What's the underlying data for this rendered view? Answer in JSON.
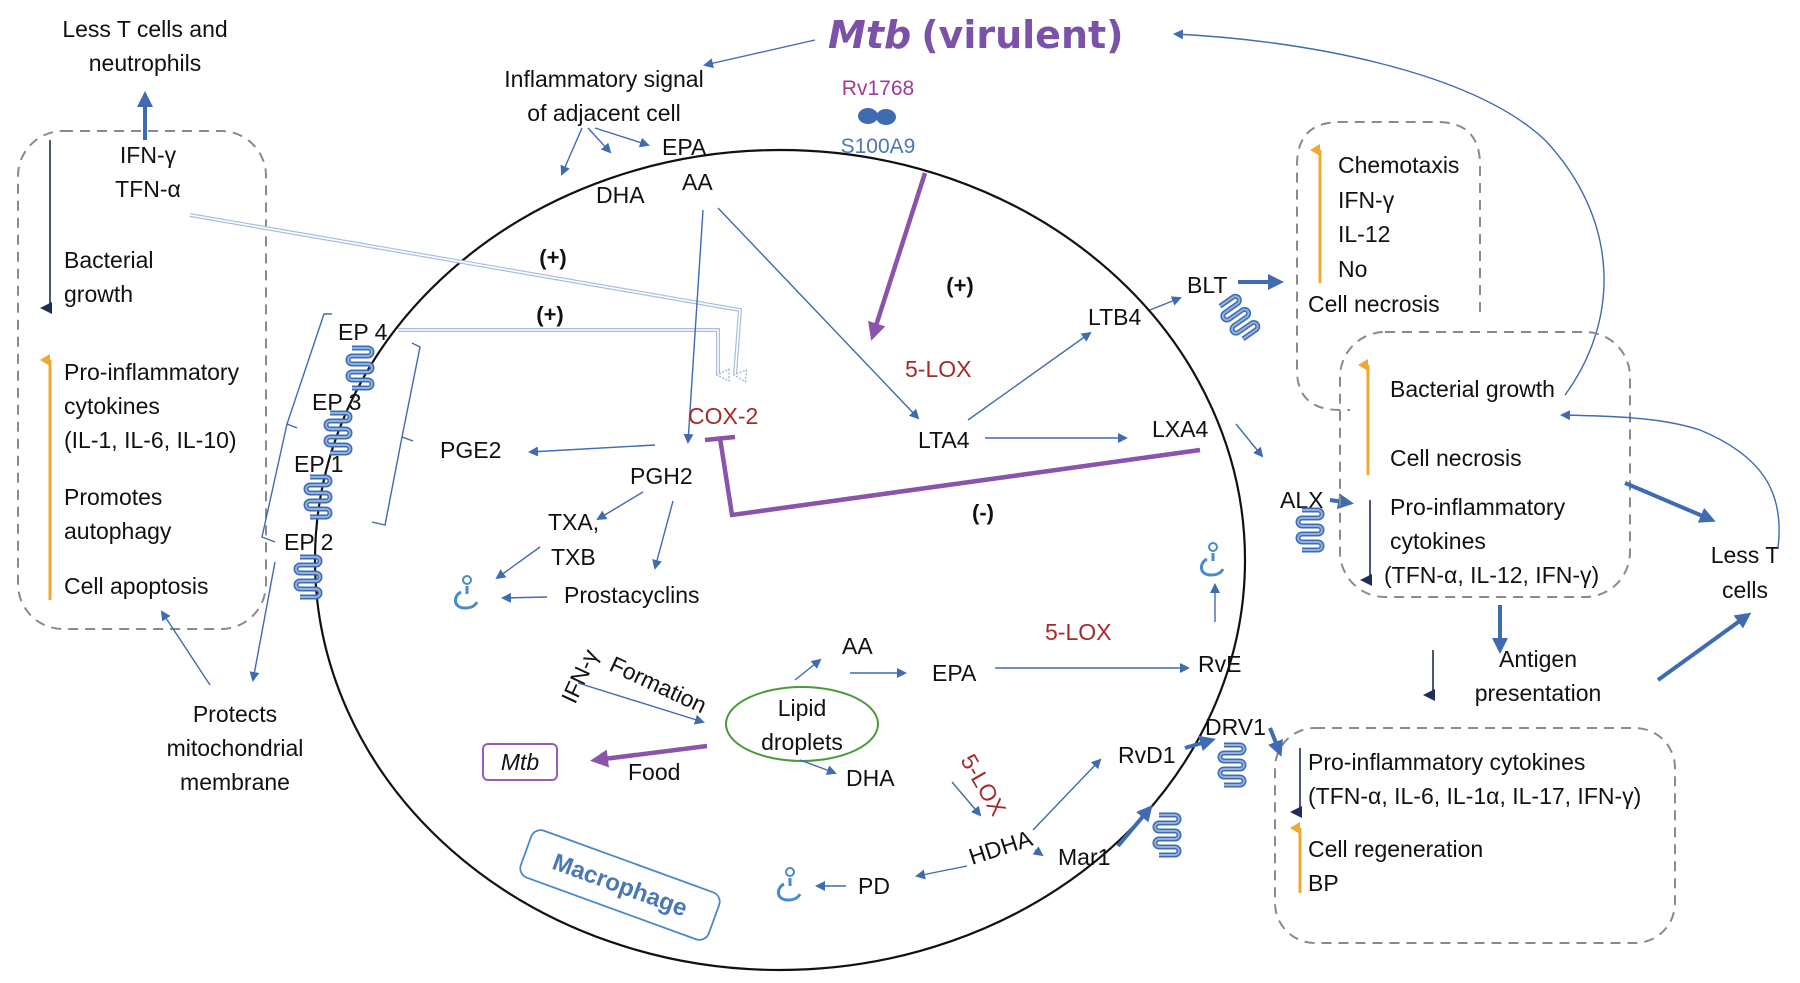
{
  "title": {
    "prefix": "Mtb",
    "suffix": "(virulent)"
  },
  "top_left": {
    "less_t_cells": [
      "Less T cells and",
      "neutrophils"
    ]
  },
  "left_box": {
    "cytokines": [
      "IFN-γ",
      "TFN-α"
    ],
    "down_items": [
      "Bacterial",
      "growth"
    ],
    "up_items": [
      "Pro-inflammatory",
      "cytokines",
      "(IL-1, IL-6, IL-10)",
      "Promotes",
      "autophagy",
      "Cell apoptosis"
    ]
  },
  "protects": [
    "Protects",
    "mitochondrial",
    "membrane"
  ],
  "inflammatory_signal": [
    "Inflammatory signal",
    "of adjacent cell"
  ],
  "membrane_proteins": {
    "rv": "Rv1768",
    "s100": "S100A9"
  },
  "metabolites": {
    "epa_top": "EPA",
    "dha_top": "DHA",
    "aa_top": "AA",
    "pge2": "PGE2",
    "pgh2": "PGH2",
    "txa": "TXA,",
    "txb": "TXB",
    "prostacyclins": "Prostacyclins",
    "ltb4": "LTB4",
    "lta4": "LTA4",
    "lxa4": "LXA4",
    "aa_bottom": "AA",
    "epa_bottom": "EPA",
    "rve": "RvE",
    "dha_bottom": "DHA",
    "hdha": "HDHA",
    "rvd1": "RvD1",
    "mar1": "Mar1",
    "pd": "PD"
  },
  "enzymes": {
    "cox2": "COX-2",
    "lox_top": "5-LOX",
    "lox_mid": "5-LOX",
    "lox_dha": "5-LOX"
  },
  "signs": {
    "plus1": "(+)",
    "plus2": "(+)",
    "plus3": "(+)",
    "minus": "(-)"
  },
  "receptors": {
    "ep4": "EP 4",
    "ep3": "EP 3",
    "ep1": "EP 1",
    "ep2": "EP 2",
    "blt": "BLT",
    "alx": "ALX",
    "drv1": "DRV1"
  },
  "lipid": {
    "formation": "Formation",
    "ifn": "IFN-γ",
    "droplets": [
      "Lipid",
      "droplets"
    ],
    "food": "Food",
    "mtb": "Mtb"
  },
  "macrophage": "Macrophage",
  "blt_box": {
    "up_items": [
      "Chemotaxis",
      "IFN-γ",
      "IL-12",
      "No"
    ],
    "extra": "Cell necrosis"
  },
  "alx_box": {
    "up_items": [
      "Bacterial growth",
      "Cell necrosis"
    ],
    "down_items": [
      "Pro-inflammatory",
      "cytokines",
      "(TFN-α, IL-12, IFN-γ)"
    ]
  },
  "less_t_cells_right": [
    "Less T",
    "cells"
  ],
  "antigen": [
    "Antigen",
    "presentation"
  ],
  "drv_box": {
    "down_items": [
      "Pro-inflammatory cytokines",
      "(TFN-α, IL-6, IL-1α, IL-17, IFN-γ)"
    ],
    "up_items": [
      "Cell regeneration",
      "BP"
    ]
  },
  "colors": {
    "arrow_blue": "#3f6bb0",
    "purple": "#8a54aa",
    "enzyme_red": "#a52a2a",
    "up_orange": "#f0a830",
    "down_navy": "#1f2d5a",
    "lipid_green": "#4a9a3a"
  }
}
